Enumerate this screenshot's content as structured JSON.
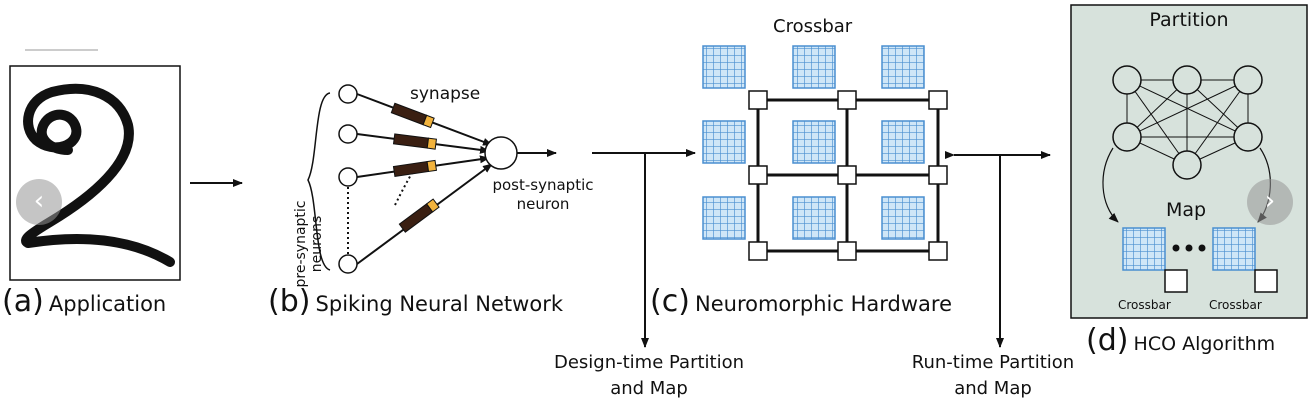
{
  "panels": {
    "a": {
      "letter": "(a)",
      "title": "Application"
    },
    "b": {
      "letter": "(b)",
      "title": "Spiking Neural Network"
    },
    "c": {
      "letter": "(c)",
      "title": "Neuromorphic Hardware"
    },
    "d": {
      "letter": "(d)",
      "title": "HCO Algorithm"
    }
  },
  "snn": {
    "synapse": "synapse",
    "pre": [
      "pre-synaptic",
      "neurons"
    ],
    "post": [
      "post-synaptic",
      "neuron"
    ]
  },
  "hardware": {
    "crossbar": "Crossbar"
  },
  "hco": {
    "partition": "Partition",
    "map": "Map",
    "crossbar_left": "Crossbar",
    "crossbar_right": "Crossbar"
  },
  "flows": {
    "design_time": [
      "Design-time Partition",
      "and Map"
    ],
    "run_time": [
      "Run-time Partition",
      "and Map"
    ]
  },
  "nav": {
    "prev": "‹",
    "next": "›"
  },
  "colors": {
    "grid_fill": "#cfe6f7",
    "grid_line": "#4a8fd0",
    "synapse_body": "#3a1f12",
    "synapse_tip": "#f2b33d",
    "hco_bg": "#d7e2dc"
  }
}
